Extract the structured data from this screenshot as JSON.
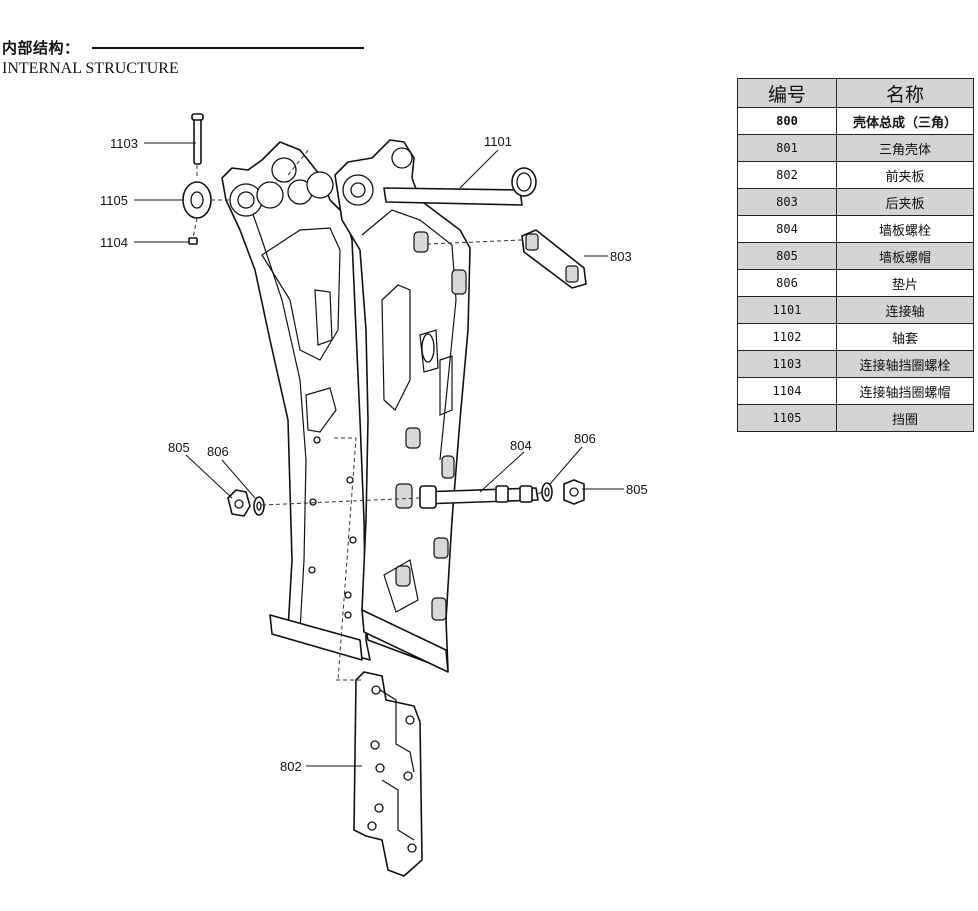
{
  "heading": {
    "cn": "内部结构：",
    "en": "INTERNAL STRUCTURE"
  },
  "table": {
    "header": {
      "code": "编号",
      "name": "名称"
    },
    "rows": [
      {
        "code": "800",
        "name": "壳体总成（三角）"
      },
      {
        "code": "801",
        "name": "三角壳体"
      },
      {
        "code": "802",
        "name": "前夹板"
      },
      {
        "code": "803",
        "name": "后夹板"
      },
      {
        "code": "804",
        "name": "墙板螺栓"
      },
      {
        "code": "805",
        "name": "墙板螺帽"
      },
      {
        "code": "806",
        "name": "垫片"
      },
      {
        "code": "1101",
        "name": "连接轴"
      },
      {
        "code": "1102",
        "name": "轴套"
      },
      {
        "code": "1103",
        "name": "连接轴挡圈螺栓"
      },
      {
        "code": "1104",
        "name": "连接轴挡圈螺帽"
      },
      {
        "code": "1105",
        "name": "挡圈"
      }
    ]
  },
  "callouts": {
    "c1103": "1103",
    "c1105": "1105",
    "c1104": "1104",
    "c1101": "1101",
    "c803": "803",
    "c805_left": "805",
    "c806_left": "806",
    "c804": "804",
    "c806_right": "806",
    "c805_right": "805",
    "c802": "802"
  }
}
